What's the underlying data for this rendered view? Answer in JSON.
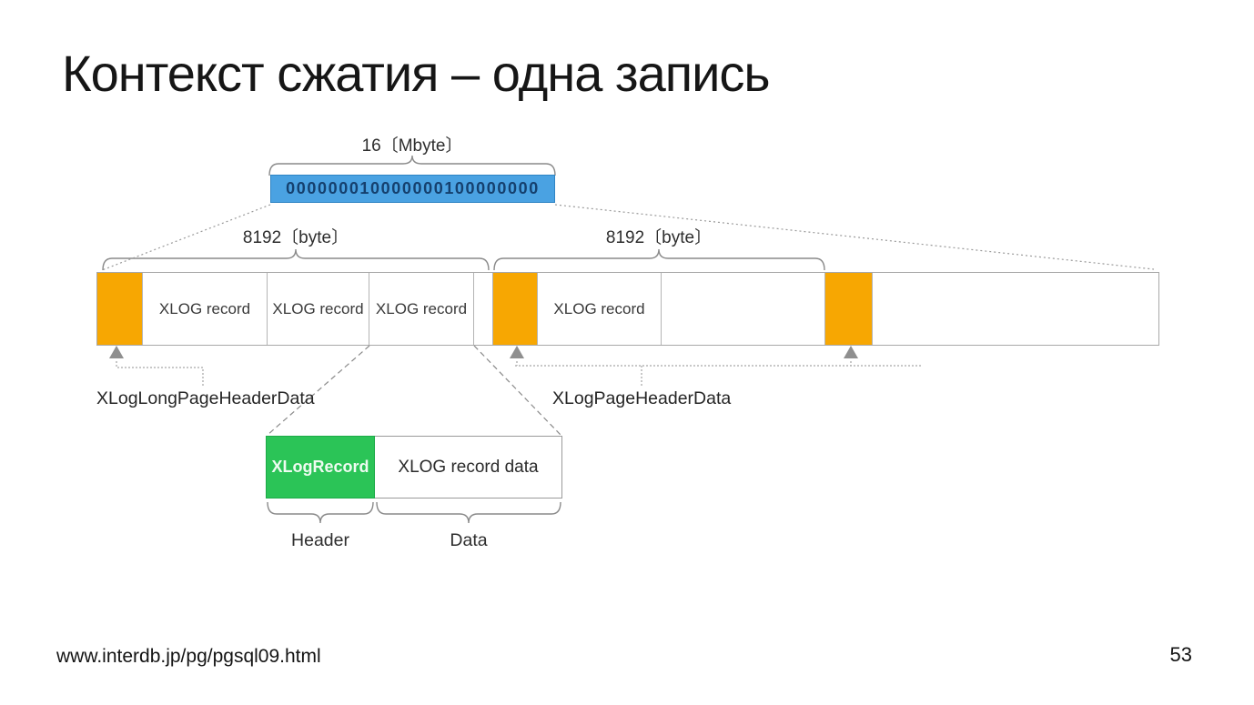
{
  "slide": {
    "title": "Контекст сжатия – одна запись",
    "footer": {
      "url": "www.interdb.jp/pg/pgsql09.html",
      "page_number": "53"
    }
  },
  "diagram": {
    "wal_segment": {
      "size_label": "16〔Mbyte〕",
      "binary_value": "000000010000000100000000"
    },
    "pages": {
      "left_size_label": "8192〔byte〕",
      "right_size_label": "8192〔byte〕"
    },
    "bar": {
      "cells": [
        {
          "label": ""
        },
        {
          "label": "XLOG record"
        },
        {
          "label": "XLOG record"
        },
        {
          "label": "XLOG record"
        },
        {
          "label": ""
        },
        {
          "label": ""
        },
        {
          "label": "XLOG record"
        },
        {
          "label": ""
        },
        {
          "label": ""
        },
        {
          "label": ""
        }
      ]
    },
    "annotations": {
      "long_page_header": "XLogLongPageHeaderData",
      "page_header": "XLogPageHeaderData"
    },
    "record_detail": {
      "header_box_label": "XLogRecord",
      "data_box_label": "XLOG record data",
      "header_caption": "Header",
      "data_caption": "Data"
    },
    "colors": {
      "segment_blue": "#4aa2e2",
      "page_header_orange": "#f7a702",
      "record_green": "#2bc457"
    }
  }
}
